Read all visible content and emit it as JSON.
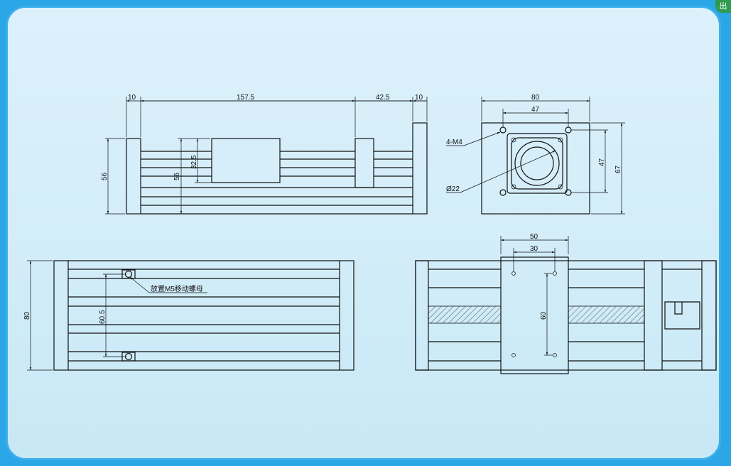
{
  "corner_badge": "出",
  "top_view": {
    "dims_top": [
      "10",
      "157.5",
      "42.5",
      "10"
    ],
    "dim_height_outer": "56",
    "dim_height_inner": "56",
    "dim_block": "32.5"
  },
  "end_view": {
    "dim_width": "80",
    "dim_hole_spacing": "47",
    "dim_vertical_holes": "47",
    "dim_height": "67",
    "label_holes": "4-M4",
    "label_diameter": "Ø22"
  },
  "side_view": {
    "dim_height": "80",
    "dim_nut_spacing": "60.5",
    "note": "放置M5移动螺母"
  },
  "bottom_view": {
    "dim_width": "50",
    "dim_hole_spacing": "30",
    "dim_vertical": "60"
  }
}
